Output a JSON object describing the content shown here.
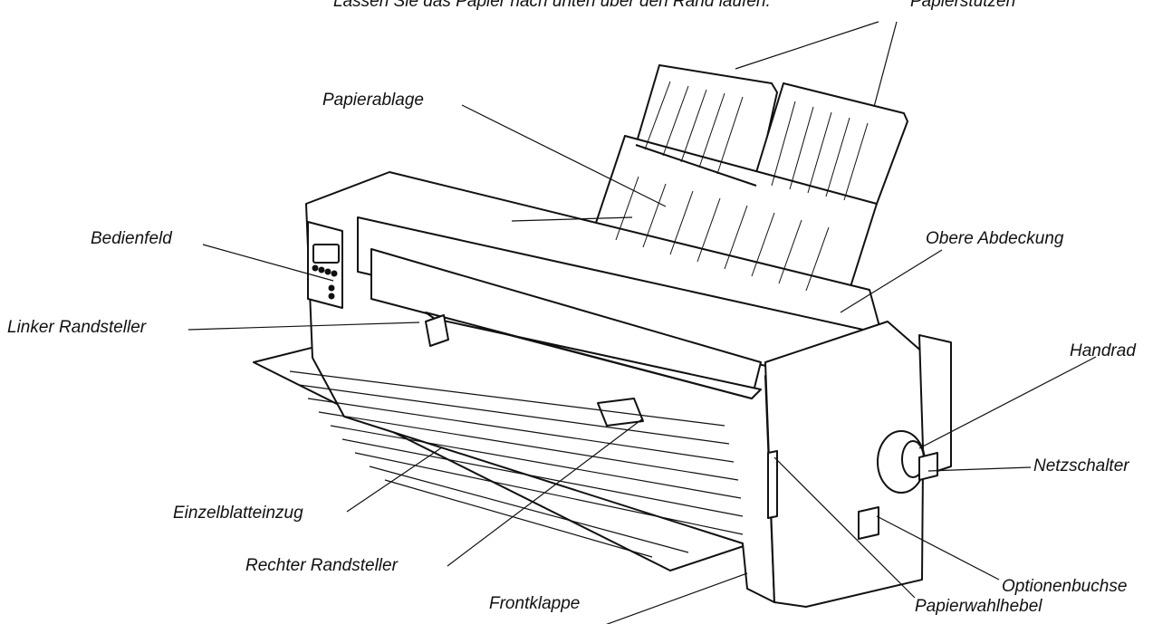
{
  "labels": {
    "top_fragment": "Lassen Sie das Papier nach unten über den Rand laufen.",
    "papierstuetzen": "Papierstützen",
    "papierablage": "Papierablage",
    "bedienfeld": "Bedienfeld",
    "obere_abdeckung": "Obere Abdeckung",
    "linker_randsteller": "Linker Randsteller",
    "handrad": "Handrad",
    "netzschalter": "Netzschalter",
    "einzelblatteinzug": "Einzelblatteinzug",
    "optionenbuchse": "Optionenbuchse",
    "rechter_randsteller": "Rechter Randsteller",
    "frontklappe": "Frontklappe",
    "papierwahlhebel": "Papierwahlhebel"
  }
}
